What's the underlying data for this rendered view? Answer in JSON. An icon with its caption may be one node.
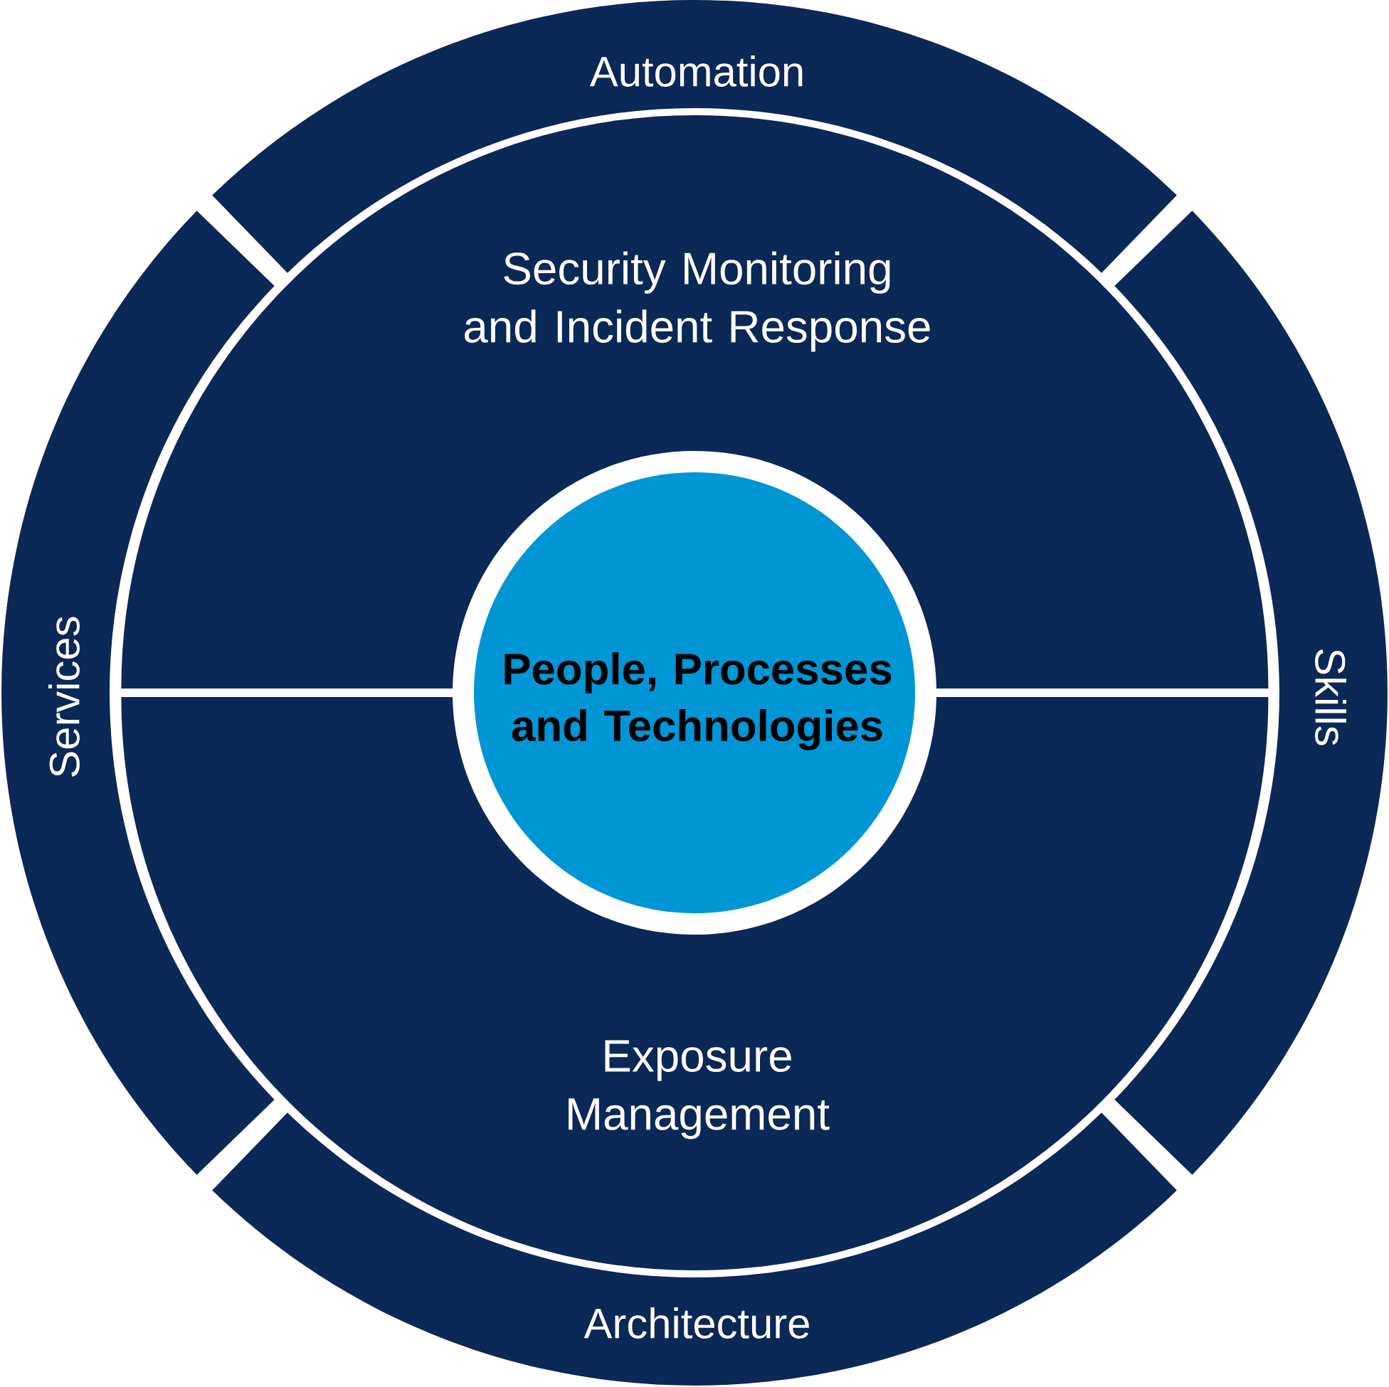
{
  "diagram": {
    "nodes": [
      {
        "text": [
          "Automation"
        ]
      },
      {
        "text": [
          "Security Monitoring and Incident Response"
        ]
      },
      {
        "text": [
          "Services"
        ]
      },
      {
        "text": [
          "People, Processes and Technologies"
        ]
      },
      {
        "text": [
          "Skills"
        ]
      },
      {
        "text": [
          "Exposure Management"
        ]
      },
      {
        "text": [
          "Architecture"
        ]
      }
    ]
  }
}
